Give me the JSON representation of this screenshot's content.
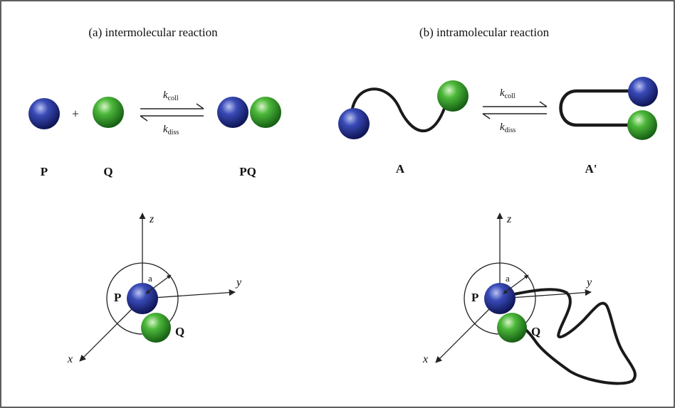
{
  "panel_a": {
    "title": "(a) intermolecular reaction",
    "plus": "+",
    "k_coll": {
      "base": "k",
      "sub": "coll"
    },
    "k_diss": {
      "base": "k",
      "sub": "diss"
    },
    "labels": {
      "p": "P",
      "q": "Q",
      "pq": "PQ"
    }
  },
  "panel_b": {
    "title": "(b) intramolecular reaction",
    "k_coll": {
      "base": "k",
      "sub": "coll"
    },
    "k_diss": {
      "base": "k",
      "sub": "diss"
    },
    "labels": {
      "a": "A",
      "a_prime": "A'"
    }
  },
  "coords_left": {
    "axes": {
      "x": "x",
      "y": "y",
      "z": "z"
    },
    "radius_label": "a",
    "p": "P",
    "q": "Q"
  },
  "coords_right": {
    "axes": {
      "x": "x",
      "y": "y",
      "z": "z"
    },
    "radius_label": "a",
    "p": "P",
    "q": "Q"
  },
  "colors": {
    "blue_sphere": "#1d2a8a",
    "green_sphere": "#2f9a2a",
    "border": "#2a2a2a"
  }
}
